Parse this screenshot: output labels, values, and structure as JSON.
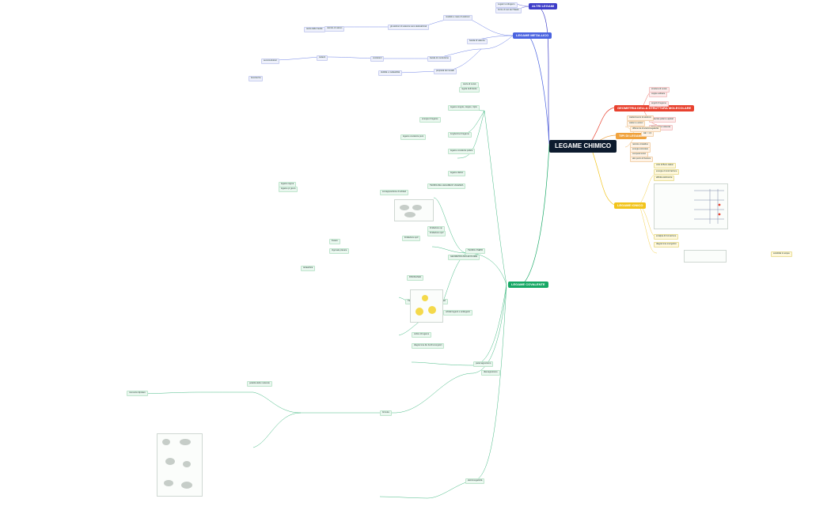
{
  "root": {
    "label": "LEGAME CHIMICO"
  },
  "branches": {
    "altri": {
      "label": "ALTRI LEGAMI",
      "color": "#3d3dc8"
    },
    "metallico": {
      "label": "LEGAME METALLICO",
      "color": "#4a63e0"
    },
    "covalente": {
      "label": "LEGAME COVALENTE",
      "color": "#17a865"
    },
    "struttura": {
      "label": "GEOMETRIA DELLA STRUTTURA MOLECOLARE",
      "color": "#e8412e"
    },
    "ionico": {
      "label": "TIPI DI LEGAME",
      "color": "#f0a23c"
    },
    "idrogeno": {
      "label": "LEGAME IONICO",
      "color": "#f2c41c"
    }
  },
  "leaves": {
    "altri_1": "Legami a idrogeno",
    "altri_2": "Forze di van der Waals",
    "met_1": "modello a mare di elettroni",
    "met_2": "gli elettroni di valenza sono delocalizzati",
    "met_3": "reticolo di cationi",
    "met_4": "teoria delle bande",
    "met_5": "banda di valenza",
    "met_6": "banda di conduzione",
    "met_7": "conduttori",
    "met_8": "isolanti",
    "met_9": "semiconduttori",
    "met_10": "proprietà dei metalli",
    "met_11": "duttilità e malleabilità",
    "met_12": "lucentezza",
    "cov_1": "teoria di Lewis",
    "cov_2": "regola dell'ottetto",
    "cov_3": "legame singolo, doppio, triplo",
    "cov_4": "energia di legame",
    "cov_5": "lunghezza di legame",
    "cov_6": "legame covalente puro",
    "cov_7": "legame covalente polare",
    "cov_8": "legame dativo",
    "cov_9": "TEORIA DEL LEGAME DI VALENZA",
    "cov_10": "sovrapposizione di orbitali",
    "cov_11": "legame sigma",
    "cov_12": "legame pi greco",
    "cov_13": "ibridazione sp",
    "cov_14": "ibridazione sp2",
    "cov_15": "ibridazione sp3",
    "cov_16": "TEORIA VSEPR",
    "cov_17": "GEOMETRIA MOLECOLARE",
    "cov_18": "lineare",
    "cov_19": "trigonale planare",
    "cov_20": "tetraedrica",
    "cov_21": "RISONANZA",
    "cov_22": "TEORIA DEGLI ORBITALI MOLECOLARI",
    "cov_23": "orbitali leganti e antileganti",
    "cov_24": "ordine di legame",
    "cov_25": "diagramma dei livelli energetici",
    "cov_26": "paramagnetismo",
    "cov_27": "diamagnetismo",
    "cov_28": "formula",
    "cov_29": "polarità delle molecole",
    "cov_30": "momento dipolare",
    "cov_31": "elettronegatività",
    "str_1": "struttura di Lewis",
    "str_2": "coppie solitarie",
    "str_3": "angoli di legame",
    "str_4": "molecole polari e apolari",
    "str_5": "forma della molecola",
    "ion_1": "trasferimento di elettroni",
    "ion_2": "cationi e anioni",
    "ion_3": "differenza di elettronegatività",
    "ion_4": "ΔE > 1,9",
    "ion_5": "reticolo cristallino",
    "ion_6": "energia reticolare",
    "ion_7": "composti ionici",
    "ion_8": "alto punto di fusione",
    "idr_1": "ciclo di Born-Haber",
    "idr_2": "energia di ionizzazione",
    "idr_3": "affinità elettronica",
    "idr_4": "entalpia di formazione",
    "idr_5": "diagramma energetico",
    "idr_6": "solubilità in acqua"
  }
}
